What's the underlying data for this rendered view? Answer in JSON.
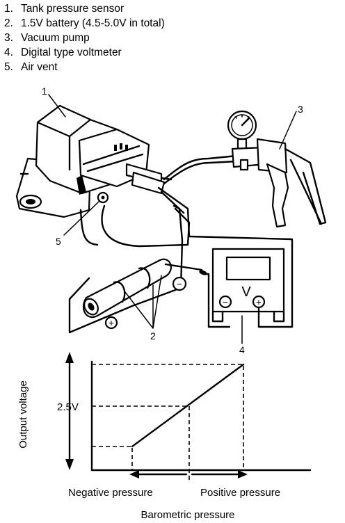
{
  "legend": [
    {
      "num": "1.",
      "text": "Tank pressure sensor"
    },
    {
      "num": "2.",
      "text": "1.5V battery (4.5-5.0V in total)"
    },
    {
      "num": "3.",
      "text": "Vacuum pump"
    },
    {
      "num": "4.",
      "text": "Digital type voltmeter"
    },
    {
      "num": "5.",
      "text": "Air vent"
    }
  ],
  "callouts": {
    "c1": "1",
    "c2": "2",
    "c3": "3",
    "c4": "4",
    "c5": "5"
  },
  "symbols": {
    "plus": "+",
    "minus": "−",
    "volt": "V"
  },
  "graph": {
    "y_axis_label": "Output voltage",
    "y_tick": "2.5V",
    "negative_label": "Negative pressure",
    "positive_label": "Positive pressure",
    "x_axis_label": "Barometric pressure"
  }
}
